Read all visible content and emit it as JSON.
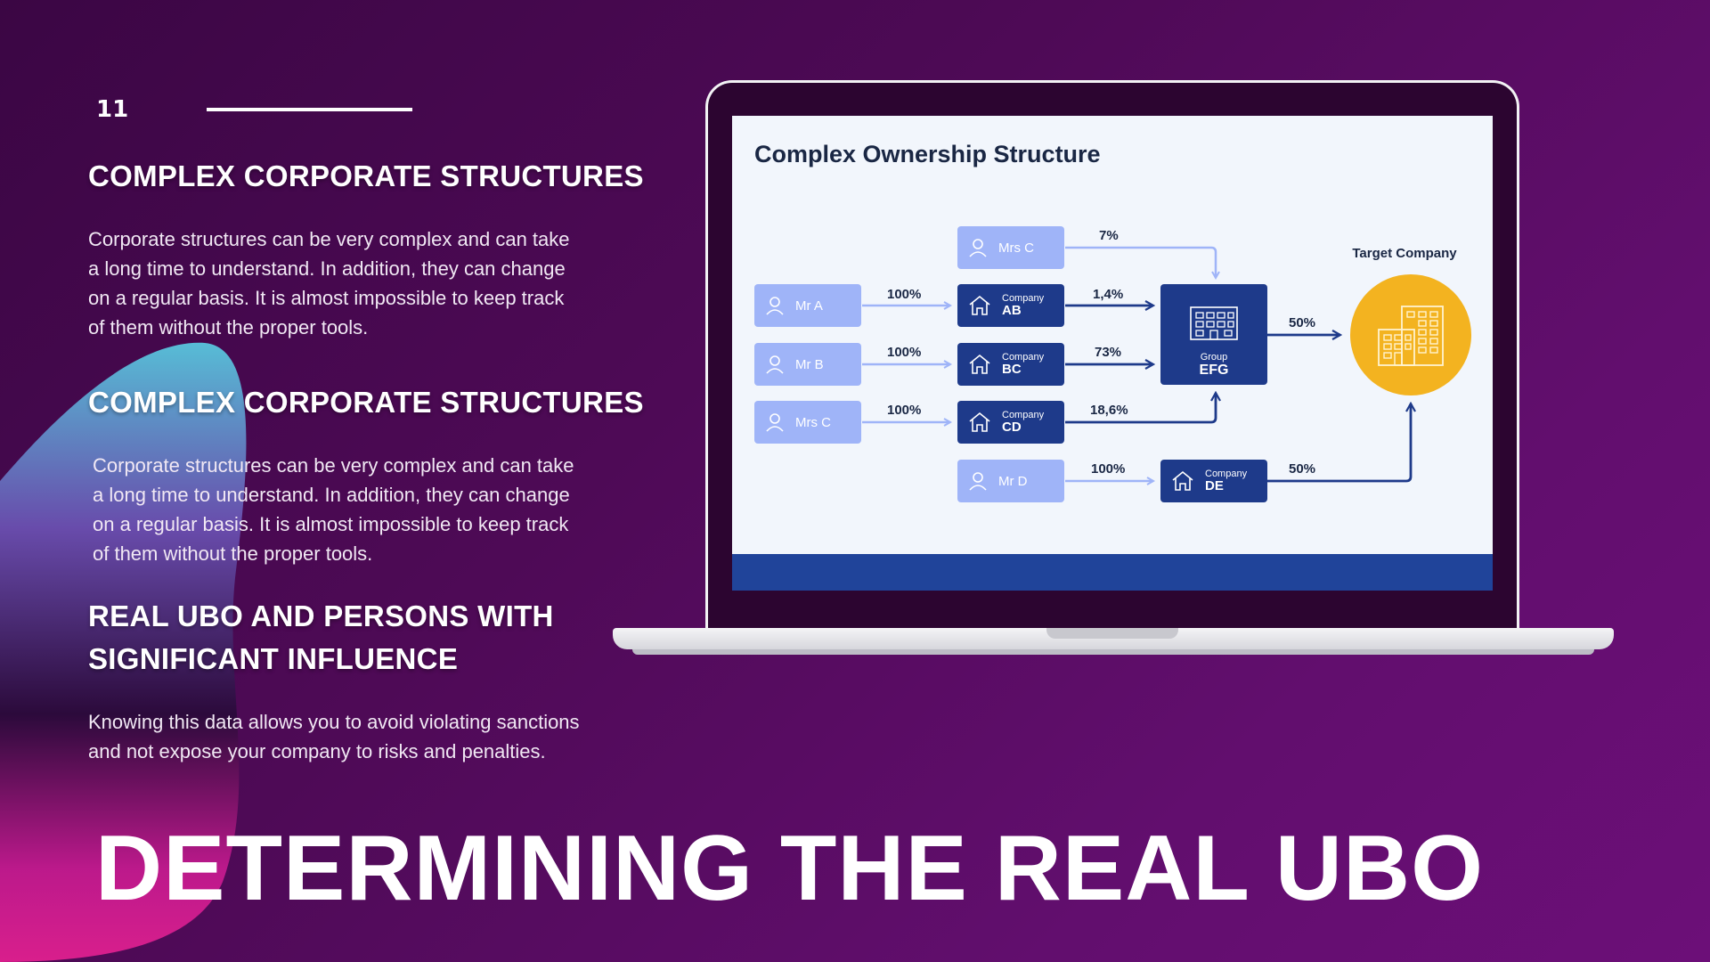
{
  "slide": {
    "page_number": "11",
    "sections": [
      {
        "heading": "COMPLEX CORPORATE STRUCTURES",
        "lines": [
          "Corporate structures can be very complex and can take",
          "a long time to understand. In addition, they can change",
          "on a regular basis. It is almost impossible to keep track",
          "of them without the proper tools."
        ]
      },
      {
        "heading": "COMPLEX CORPORATE STRUCTURES",
        "lines": [
          "Corporate structures can be very complex and can take",
          "a long time to understand. In addition, they can change",
          "on a regular basis. It is almost impossible to keep track",
          "of them without the proper tools."
        ]
      },
      {
        "heading_lines": [
          "REAL UBO AND PERSONS WITH",
          "SIGNIFICANT INFLUENCE"
        ],
        "lines": [
          "Knowing this data allows you to avoid violating sanctions",
          "and not expose your company to risks and penalties."
        ]
      }
    ],
    "main_title": "DETERMINING THE REAL UBO"
  },
  "diagram": {
    "title": "Complex Ownership Structure",
    "target_label": "Target Company",
    "nodes": {
      "mrs_c_top": "Mrs C",
      "mr_a": "Mr A",
      "mr_b": "Mr B",
      "mrs_c": "Mrs C",
      "mr_d": "Mr D",
      "company_word": "Company",
      "ab": "AB",
      "bc": "BC",
      "cd": "CD",
      "de": "DE",
      "group_word": "Group",
      "efg": "EFG"
    },
    "percentages": {
      "mrs_c_to_efg": "7%",
      "mr_a_to_ab": "100%",
      "mr_b_to_bc": "100%",
      "mrs_c_to_cd": "100%",
      "mr_d_to_de": "100%",
      "ab_to_efg": "1,4%",
      "bc_to_efg": "73%",
      "cd_to_efg": "18,6%",
      "efg_to_target": "50%",
      "de_to_target": "50%"
    },
    "colors": {
      "light_node": "#9fb4f8",
      "dark_node": "#1e3a8a",
      "target": "#f3b320",
      "footer_bar": "#20449a"
    }
  }
}
